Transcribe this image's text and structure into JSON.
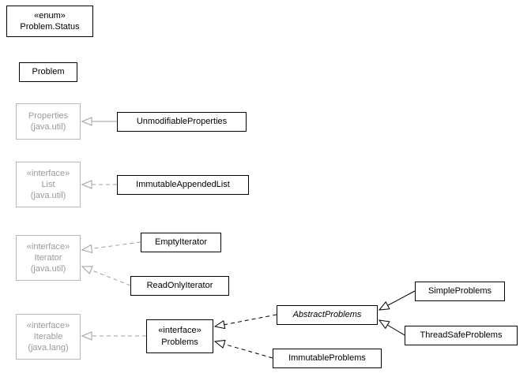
{
  "diagram": {
    "kind": "uml-class-hierarchy",
    "nodes": {
      "problem_status": {
        "stereotype": "«enum»",
        "name": "Problem.Status"
      },
      "problem": {
        "name": "Problem"
      },
      "properties": {
        "name": "Properties",
        "package": "(java.util)"
      },
      "unmodifiable_properties": {
        "name": "UnmodifiableProperties"
      },
      "list": {
        "stereotype": "«interface»",
        "name": "List",
        "package": "(java.util)"
      },
      "immutable_appended_list": {
        "name": "ImmutableAppendedList"
      },
      "iterator": {
        "stereotype": "«interface»",
        "name": "Iterator",
        "package": "(java.util)"
      },
      "empty_iterator": {
        "name": "EmptyIterator"
      },
      "read_only_iterator": {
        "name": "ReadOnlyIterator"
      },
      "iterable": {
        "stereotype": "«interface»",
        "name": "Iterable",
        "package": "(java.lang)"
      },
      "problems": {
        "stereotype": "«interface»",
        "name": "Problems"
      },
      "abstract_problems": {
        "name": "AbstractProblems"
      },
      "simple_problems": {
        "name": "SimpleProblems"
      },
      "thread_safe_problems": {
        "name": "ThreadSafeProblems"
      },
      "immutable_problems": {
        "name": "ImmutableProblems"
      }
    },
    "edges": [
      {
        "from": "UnmodifiableProperties",
        "to": "Properties",
        "relation": "extends",
        "line": "solid",
        "color": "gray"
      },
      {
        "from": "ImmutableAppendedList",
        "to": "List",
        "relation": "implements",
        "line": "dashed",
        "color": "gray"
      },
      {
        "from": "EmptyIterator",
        "to": "Iterator",
        "relation": "implements",
        "line": "dashed",
        "color": "gray"
      },
      {
        "from": "ReadOnlyIterator",
        "to": "Iterator",
        "relation": "implements",
        "line": "dashed",
        "color": "gray"
      },
      {
        "from": "Problems",
        "to": "Iterable",
        "relation": "implements",
        "line": "dashed",
        "color": "gray"
      },
      {
        "from": "AbstractProblems",
        "to": "Problems",
        "relation": "implements",
        "line": "dashed",
        "color": "black"
      },
      {
        "from": "ImmutableProblems",
        "to": "Problems",
        "relation": "implements",
        "line": "dashed",
        "color": "black"
      },
      {
        "from": "SimpleProblems",
        "to": "AbstractProblems",
        "relation": "extends",
        "line": "solid",
        "color": "black"
      },
      {
        "from": "ThreadSafeProblems",
        "to": "AbstractProblems",
        "relation": "extends",
        "line": "solid",
        "color": "black"
      }
    ],
    "colors": {
      "node_border": "#000000",
      "node_text": "#000000",
      "external_border": "#b8b8b8",
      "external_text": "#9a9a9a",
      "edge_gray": "#9e9e9e",
      "edge_black": "#000000",
      "background": "#ffffff"
    }
  }
}
